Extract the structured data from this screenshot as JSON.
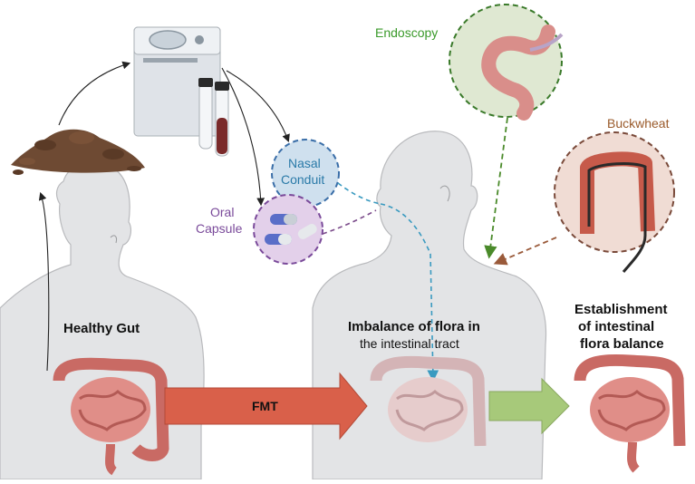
{
  "labels": {
    "endoscopy": "Endoscopy",
    "buckwheat": "Buckwheat",
    "nasal_line1": "Nasal",
    "nasal_line2": "Conduit",
    "oral_line1": "Oral",
    "oral_line2": "Capsule",
    "healthy_gut": "Healthy Gut",
    "imbalance_line1": "Imbalance of flora in",
    "imbalance_line2": "the intestinal tract",
    "establish_line1": "Establishment",
    "establish_line2": "of intestinal",
    "establish_line3": "flora balance",
    "fmt": "FMT"
  },
  "colors": {
    "endoscopy_text": "#3a9a2a",
    "endoscopy_arrow": "#4a8a2a",
    "buckwheat_text": "#9a5a2a",
    "buckwheat_arrow": "#9a5a3a",
    "nasal_text": "#2a7aa8",
    "nasal_arrow": "#3a9ac0",
    "oral_text": "#7a4a9a",
    "oral_arrow": "#7a4a8a",
    "fmt_arrow": "#d9604a",
    "balance_arrow": "#a7c97a",
    "body_fill": "#e3e4e6",
    "intestine": "#d98e8a"
  }
}
